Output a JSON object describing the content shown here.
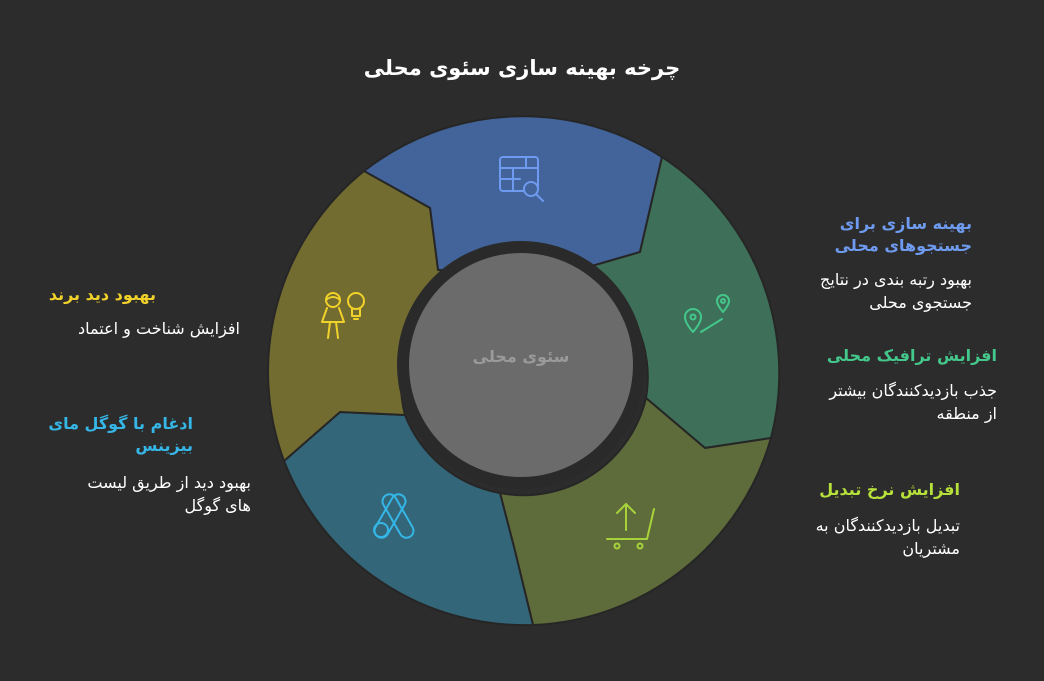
{
  "title": "چرخه بهینه سازی سئوی محلی",
  "center": "سئوی محلی",
  "colors": {
    "background": "#2c2c2c",
    "center_fill": "#6b6b6b",
    "center_ring": "#2a2a2a",
    "blue": "#6e9bf0",
    "green": "#43c78a",
    "olive_text": "#b6e03a",
    "teal_text": "#35b6e6",
    "yellow_text": "#f1d22a"
  },
  "segments": [
    {
      "name": "local-search-optimization",
      "icon": "table-search-icon",
      "fill": "#42649a",
      "icon_color": "#6e9bf0"
    },
    {
      "name": "local-traffic",
      "icon": "map-route-icon",
      "fill": "#3e6f59",
      "icon_color": "#43c78a"
    },
    {
      "name": "conversion-rate",
      "icon": "cart-upload-icon",
      "fill": "#5e6b3a",
      "icon_color": "#a7d23a"
    },
    {
      "name": "google-my-business",
      "icon": "google-ads-icon",
      "fill": "#336679",
      "icon_color": "#35b6e6"
    },
    {
      "name": "brand-visibility",
      "icon": "person-idea-icon",
      "fill": "#736c30",
      "icon_color": "#f1d22a"
    }
  ],
  "items": {
    "search": {
      "heading_line1": "بهینه سازی برای",
      "heading_line2": "جستجوهای محلی",
      "desc_line1": "بهبود رتبه بندی در نتایج",
      "desc_line2": "جستجوی محلی"
    },
    "traffic": {
      "heading_line1": "افزایش ترافیک محلی",
      "desc_line1": "جذب بازدیدکنندگان بیشتر",
      "desc_line2": "از منطقه"
    },
    "conversion": {
      "heading_line1": "افزایش نرخ تبدیل",
      "desc_line1": "تبدیل بازدیدکنندگان به",
      "desc_line2": "مشتریان"
    },
    "gmb": {
      "heading_line1": "ادغام با گوگل مای",
      "heading_line2": "بیزینس",
      "desc_line1": "بهبود دید از طریق لیست",
      "desc_line2": "های گوگل"
    },
    "brand": {
      "heading_line1": "بهبود دید برند",
      "desc_line1": "افزایش شناخت و اعتماد"
    }
  }
}
